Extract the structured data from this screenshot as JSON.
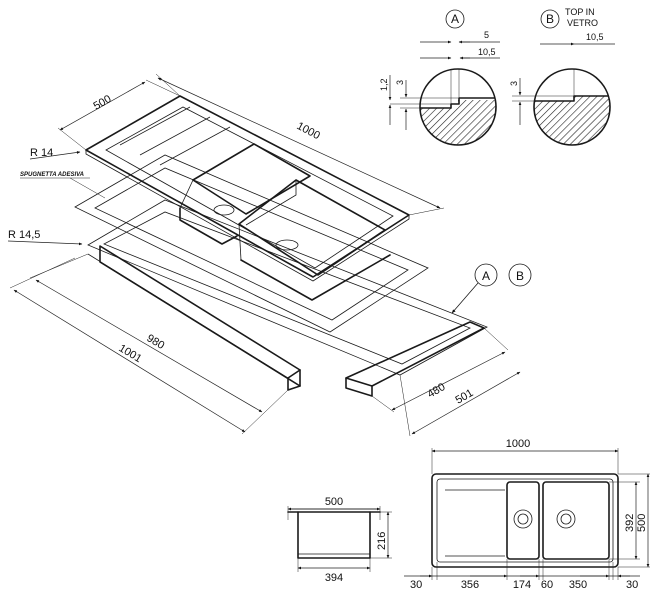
{
  "detail_a": {
    "label": "A",
    "dims": {
      "d5": "5",
      "d10_5": "10,5",
      "d1_2": "1,2",
      "d3": "3"
    }
  },
  "detail_b": {
    "label": "B",
    "title_line1": "TOP IN",
    "title_line2": "VETRO",
    "dims": {
      "d10_5": "10,5",
      "d3": "3"
    }
  },
  "iso": {
    "d500": "500",
    "d1000": "1000",
    "r14": "R 14",
    "spugnetta": "SPUGNETTA ADESIVA",
    "r14_5": "R 14,5",
    "d980": "980",
    "d1001": "1001",
    "d480": "480",
    "d501": "501",
    "callout_a": "A",
    "callout_b": "B"
  },
  "section": {
    "top": "500",
    "side": "216",
    "bottom": "394"
  },
  "plan": {
    "top": "1000",
    "right_inner": "392",
    "right_outer": "500",
    "bottom": [
      "30",
      "356",
      "174",
      "60",
      "350",
      "30"
    ]
  }
}
